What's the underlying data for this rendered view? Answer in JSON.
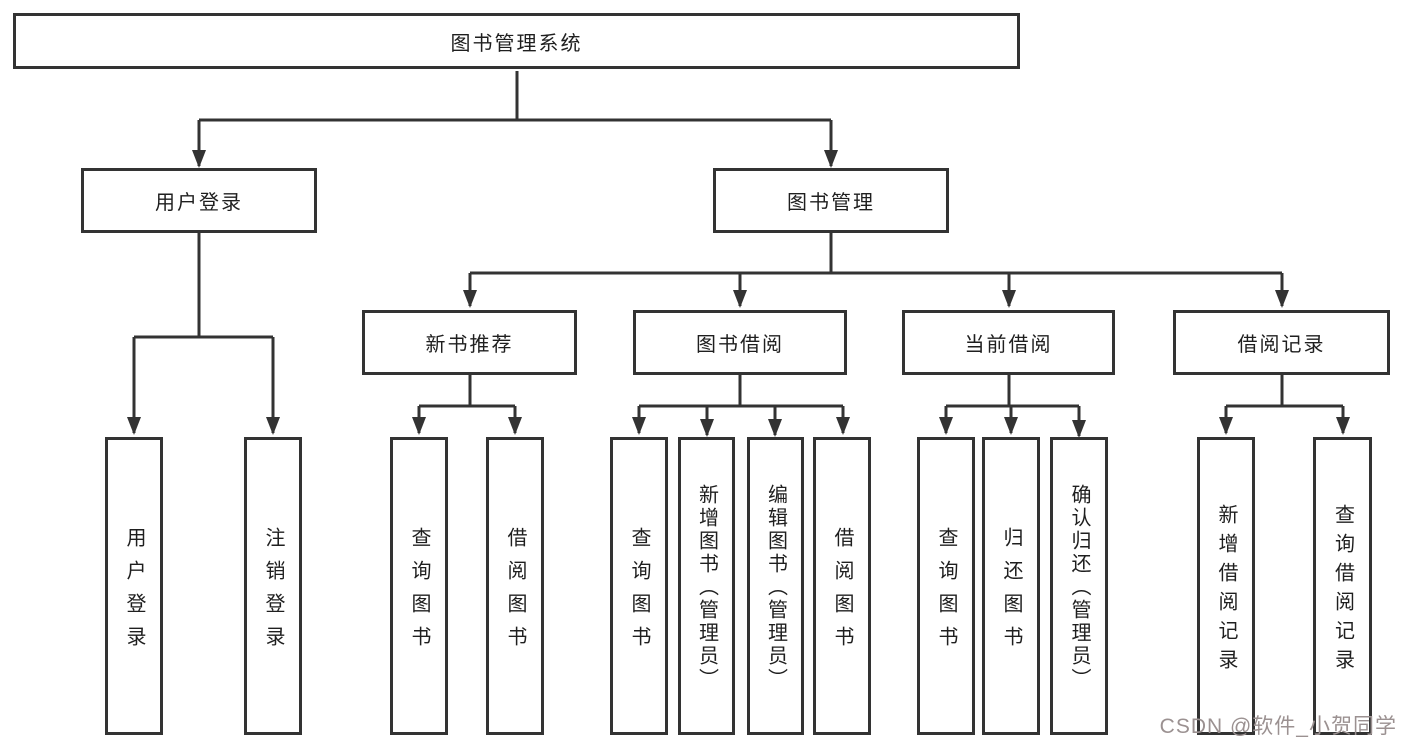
{
  "diagram": {
    "root": {
      "label": "图书管理系统"
    },
    "branches": [
      {
        "label": "用户登录",
        "children": [
          {
            "label": "用户登录"
          },
          {
            "label": "注销登录"
          }
        ]
      },
      {
        "label": "图书管理",
        "children": [
          {
            "label": "新书推荐",
            "children": [
              {
                "label": "查询图书"
              },
              {
                "label": "借阅图书"
              }
            ]
          },
          {
            "label": "图书借阅",
            "children": [
              {
                "label": "查询图书"
              },
              {
                "label": "新增图书（管理员）"
              },
              {
                "label": "编辑图书（管理员）"
              },
              {
                "label": "借阅图书"
              }
            ]
          },
          {
            "label": "当前借阅",
            "children": [
              {
                "label": "查询图书"
              },
              {
                "label": "归还图书"
              },
              {
                "label": "确认归还（管理员）"
              }
            ]
          },
          {
            "label": "借阅记录",
            "children": [
              {
                "label": "新增借阅记录"
              },
              {
                "label": "查询借阅记录"
              }
            ]
          }
        ]
      }
    ]
  },
  "watermark": {
    "text": "CSDN @软件_小贺同学",
    "color": "#9b9191"
  },
  "style": {
    "line_color": "#333333",
    "box_border_color": "#333333",
    "box_fill": "#ffffff",
    "text_color": "#1f1f1f",
    "background": "#ffffff"
  }
}
